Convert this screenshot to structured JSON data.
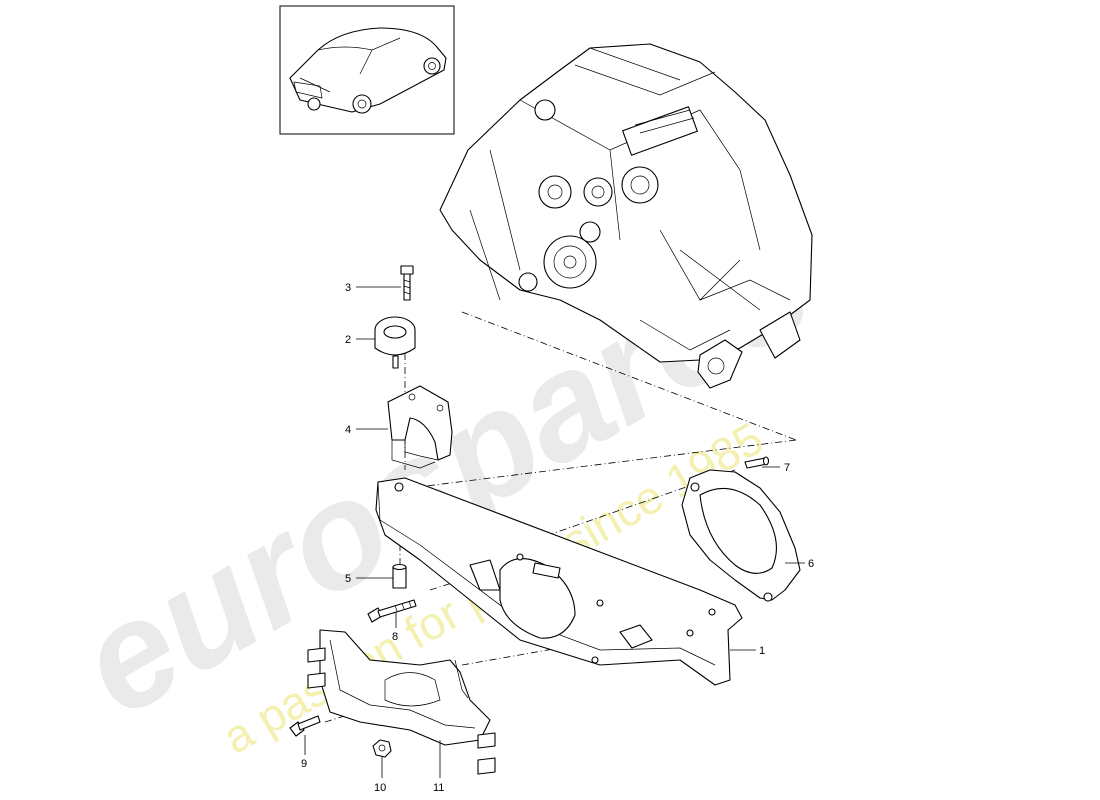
{
  "diagram": {
    "callouts": [
      {
        "id": "1",
        "label": "1"
      },
      {
        "id": "2",
        "label": "2"
      },
      {
        "id": "3",
        "label": "3"
      },
      {
        "id": "4",
        "label": "4"
      },
      {
        "id": "5",
        "label": "5"
      },
      {
        "id": "6",
        "label": "6"
      },
      {
        "id": "7",
        "label": "7"
      },
      {
        "id": "8",
        "label": "8"
      },
      {
        "id": "9",
        "label": "9"
      },
      {
        "id": "10",
        "label": "10"
      },
      {
        "id": "11",
        "label": "11"
      }
    ]
  },
  "watermark": {
    "brand": "eurospares",
    "tagline": "a passion for parts since 1985"
  },
  "colors": {
    "line": "#000000",
    "watermark_gray": "#e9e9e9",
    "watermark_yellow": "#f4f2b8"
  }
}
